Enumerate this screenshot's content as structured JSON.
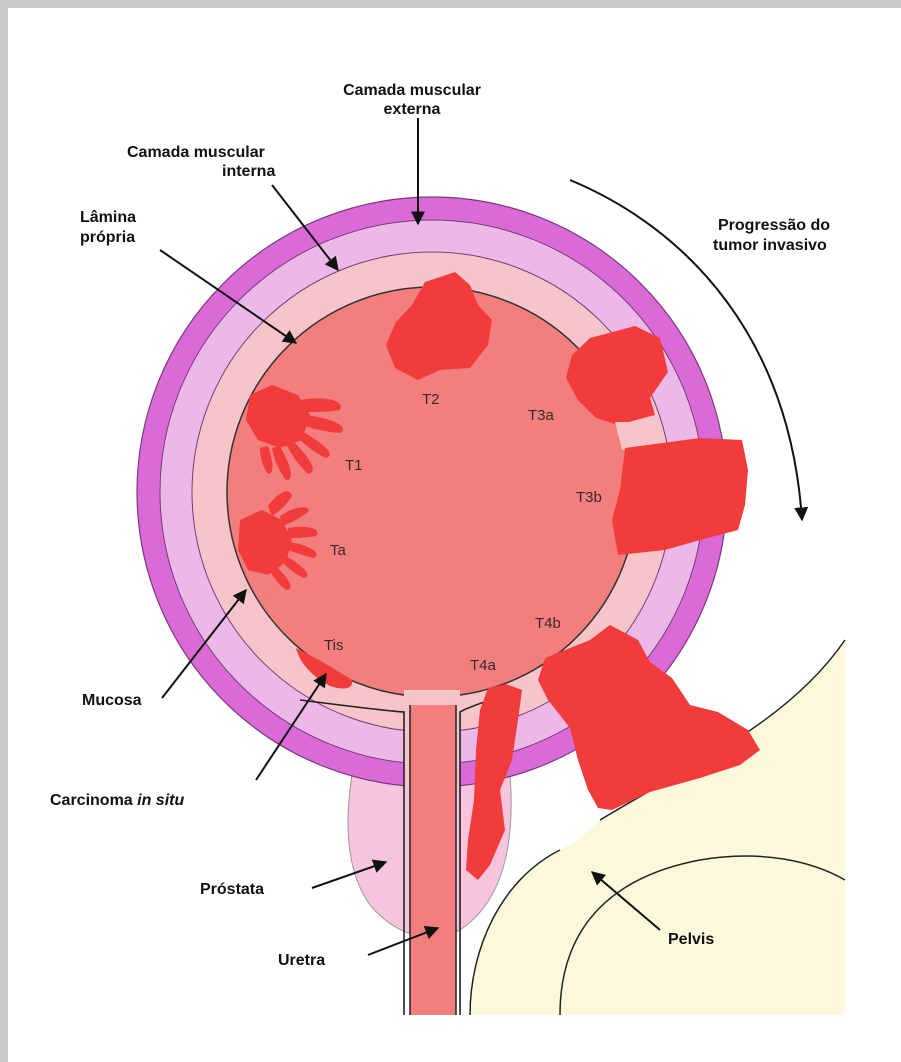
{
  "colors": {
    "outer_muscle": "#d96ad6",
    "inner_muscle": "#ebb8e8",
    "lamina": "#f7c5c9",
    "lumen": "#f27e7e",
    "tumor": "#f23c3c",
    "prostate": "#f6c4dc",
    "pelvis": "#fbf8dc",
    "urethra": "#f27e7e"
  },
  "labels": {
    "camada_externa_1": "Camada muscular",
    "camada_externa_2": "externa",
    "camada_interna_1": "Camada muscular",
    "camada_interna_2": "interna",
    "lamina_1": "Lâmina",
    "lamina_2": "própria",
    "progressao_1": "Progressão do",
    "progressao_2": "tumor invasivo",
    "mucosa": "Mucosa",
    "carcinoma": "Carcinoma ",
    "carcinoma_italic": "in situ",
    "prostata": "Próstata",
    "pelvis": "Pelvis",
    "uretra": "Uretra"
  },
  "stages": {
    "t2": "T2",
    "t3a": "T3a",
    "t3b": "T3b",
    "t1": "T1",
    "ta": "Ta",
    "tis": "Tis",
    "t4a": "T4a",
    "t4b": "T4b"
  }
}
